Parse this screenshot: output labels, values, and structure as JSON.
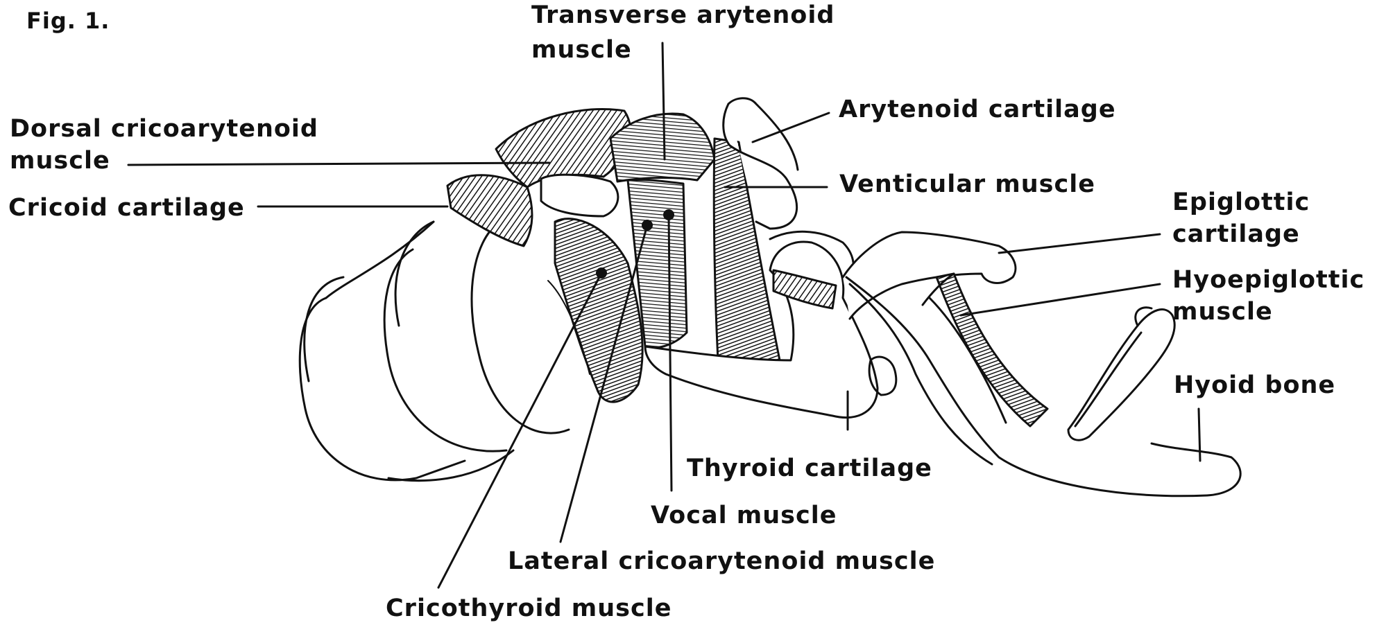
{
  "figure_label": "Fig. 1.",
  "labels": {
    "transverse_arytenoid_1": "Transverse arytenoid",
    "transverse_arytenoid_2": "muscle",
    "arytenoid_cartilage": "Arytenoid cartilage",
    "dorsal_cricoarytenoid_1": "Dorsal cricoarytenoid",
    "dorsal_cricoarytenoid_2": "muscle",
    "cricoid_cartilage": "Cricoid cartilage",
    "venticular_muscle": "Venticular muscle",
    "epiglottic_cartilage_1": "Epiglottic",
    "epiglottic_cartilage_2": "cartilage",
    "hyoepiglottic_muscle_1": "Hyoepiglottic",
    "hyoepiglottic_muscle_2": "muscle",
    "hyoid_bone": "Hyoid bone",
    "thyroid_cartilage": "Thyroid cartilage",
    "vocal_muscle": "Vocal muscle",
    "lateral_cricoarytenoid_muscle": "Lateral cricoarytenoid muscle",
    "cricothyroid_muscle": "Cricothyroid muscle"
  },
  "colors": {
    "ink": "#111111",
    "background": "#ffffff"
  }
}
